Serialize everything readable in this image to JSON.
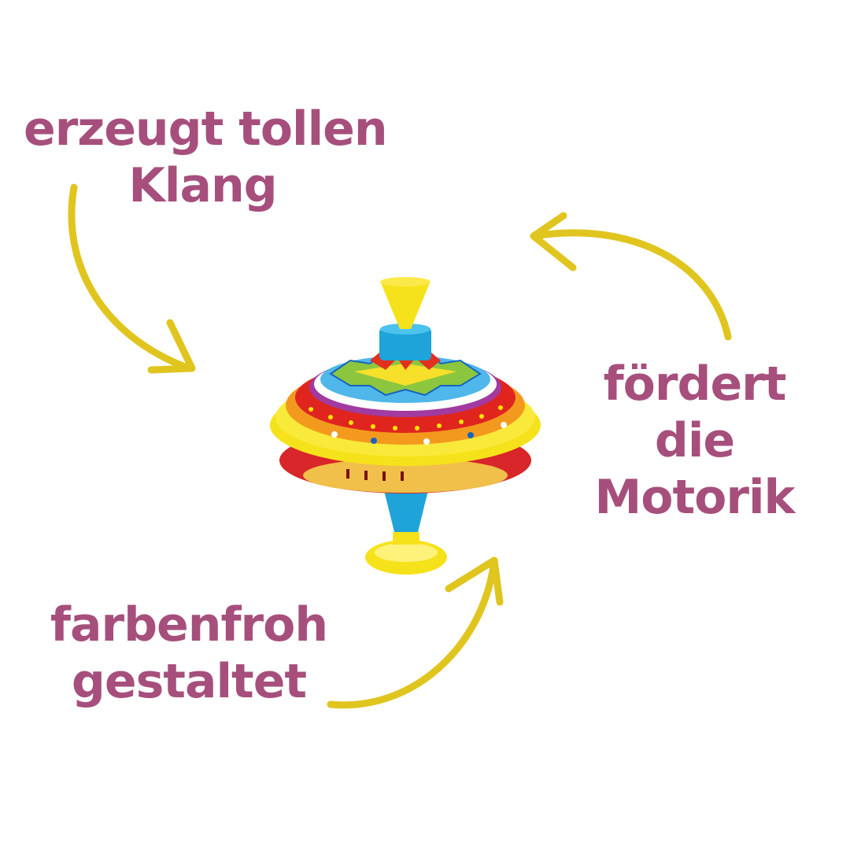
{
  "colors": {
    "text": "#a64f7c",
    "arrow": "#e0c51f"
  },
  "callouts": {
    "sound": {
      "line1": "erzeugt tollen",
      "line2": "Klang"
    },
    "motor": {
      "line1": "fördert",
      "line2": "die",
      "line3": "Motorik"
    },
    "colorful": {
      "line1": "farbenfroh",
      "line2": "gestaltet"
    }
  }
}
